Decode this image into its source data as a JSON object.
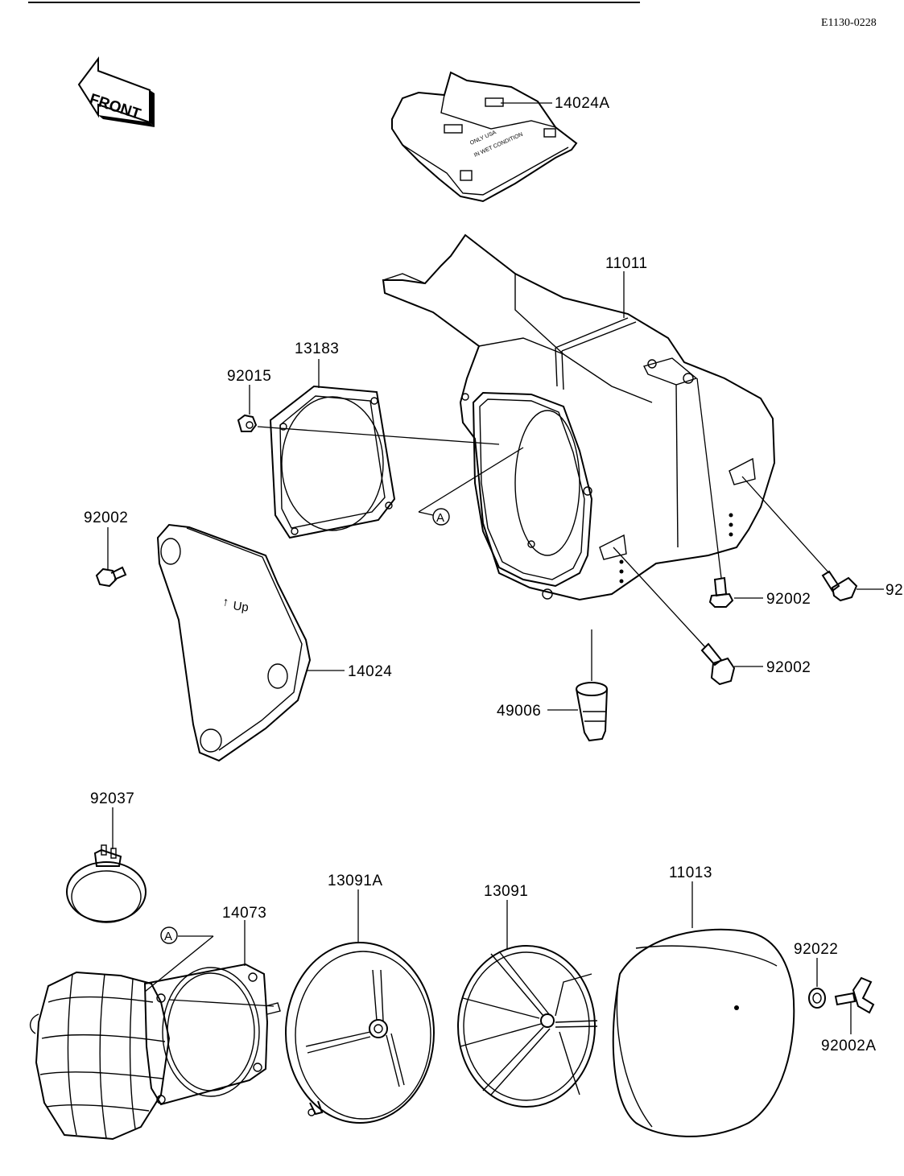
{
  "diagram": {
    "reference_code": "E1130-0228",
    "front_arrow_text": "FRONT",
    "up_marking": "Up",
    "cover_print_lines": [
      "ONLY USA",
      "IN WET CONDITION"
    ],
    "reference_mark": "A",
    "parts": {
      "p14024A": "14024A",
      "p11011": "11011",
      "p13183": "13183",
      "p92015": "92015",
      "p92002_left": "92002",
      "p14024": "14024",
      "p92002_lower_right": "92002",
      "p92002_lower_mid": "92002",
      "p92_edge": "92",
      "p49006": "49006",
      "p92037": "92037",
      "p14073": "14073",
      "p13091A": "13091A",
      "p13091": "13091",
      "p11013": "11013",
      "p92022": "92022",
      "p92002A": "92002A"
    }
  }
}
